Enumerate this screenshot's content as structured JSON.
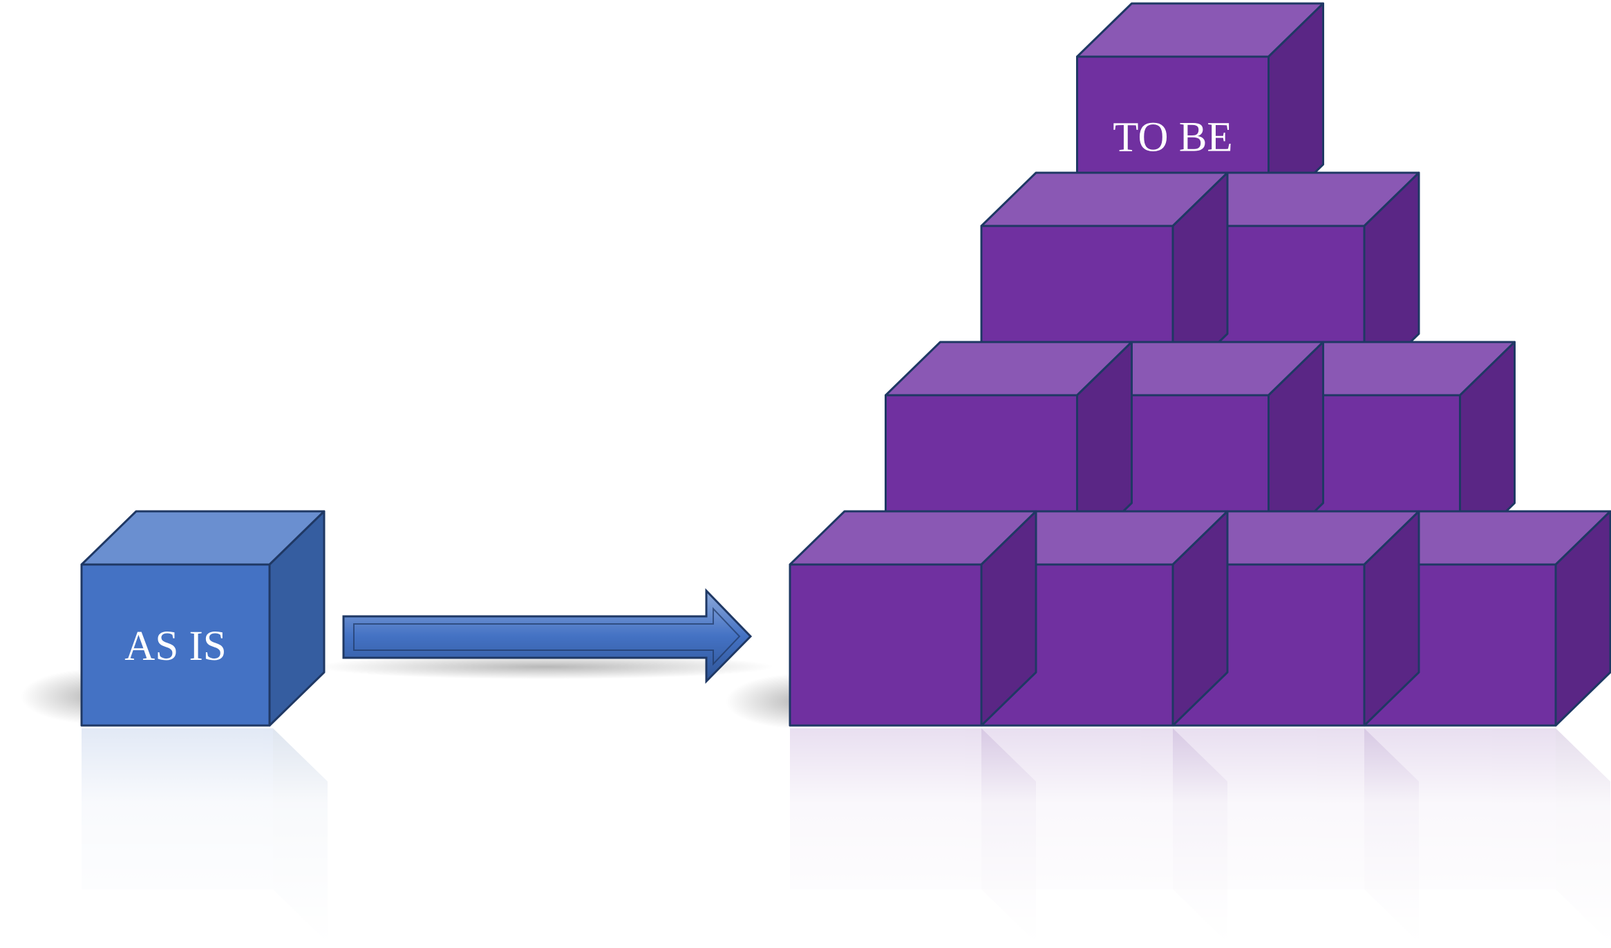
{
  "diagram": {
    "as_is": {
      "label": "AS IS",
      "front_color": "#4472c4",
      "top_color": "#6a8fd0",
      "side_color": "#355da0",
      "outline_color": "#1f3864"
    },
    "to_be": {
      "label": "TO BE",
      "front_color": "#7030a0",
      "top_color": "#8a58b4",
      "side_color": "#5a2685",
      "outline_color": "#1f3864",
      "rows": [
        4,
        3,
        2,
        1
      ]
    },
    "arrow": {
      "direction": "right",
      "color": "#4472c4",
      "highlight_color": "#8eaadb",
      "outline_color": "#1f3864"
    }
  }
}
